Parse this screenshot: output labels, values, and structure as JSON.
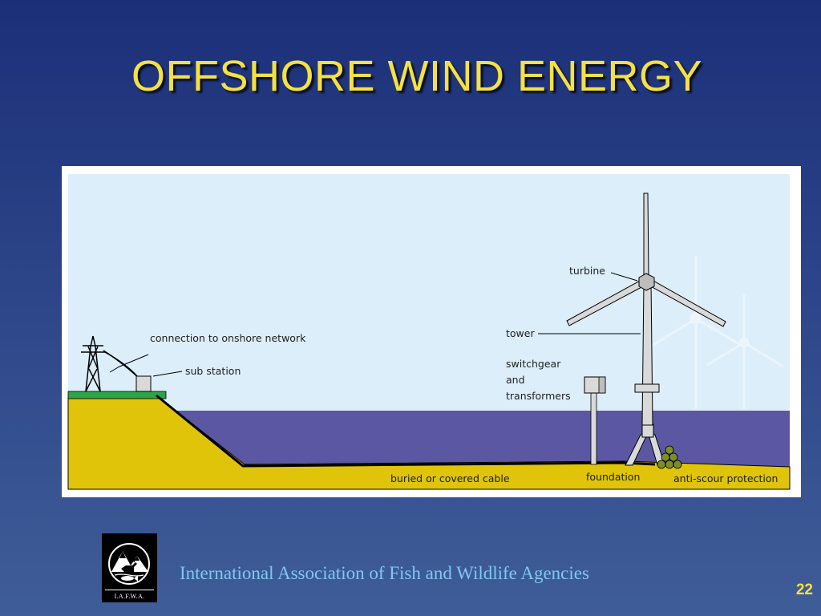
{
  "slide": {
    "title": "OFFSHORE WIND ENERGY",
    "footer": "International Association of Fish and Wildlife Agencies",
    "page_number": "22"
  },
  "logo": {
    "text": "I.A.F.W.A."
  },
  "diagram": {
    "labels": {
      "turbine": "turbine",
      "tower": "tower",
      "switchgear_line1": "switchgear",
      "switchgear_line2": "and",
      "switchgear_line3": "transformers",
      "connection": "connection to onshore network",
      "substation": "sub station",
      "cable": "buried or covered cable",
      "foundation": "foundation",
      "anti_scour": "anti-scour protection"
    },
    "colors": {
      "sky": "#dceefa",
      "sea": "#5b57a2",
      "seabed": "#dfc40a",
      "grass": "#2ea448",
      "structure": "#d9d9d9"
    }
  }
}
